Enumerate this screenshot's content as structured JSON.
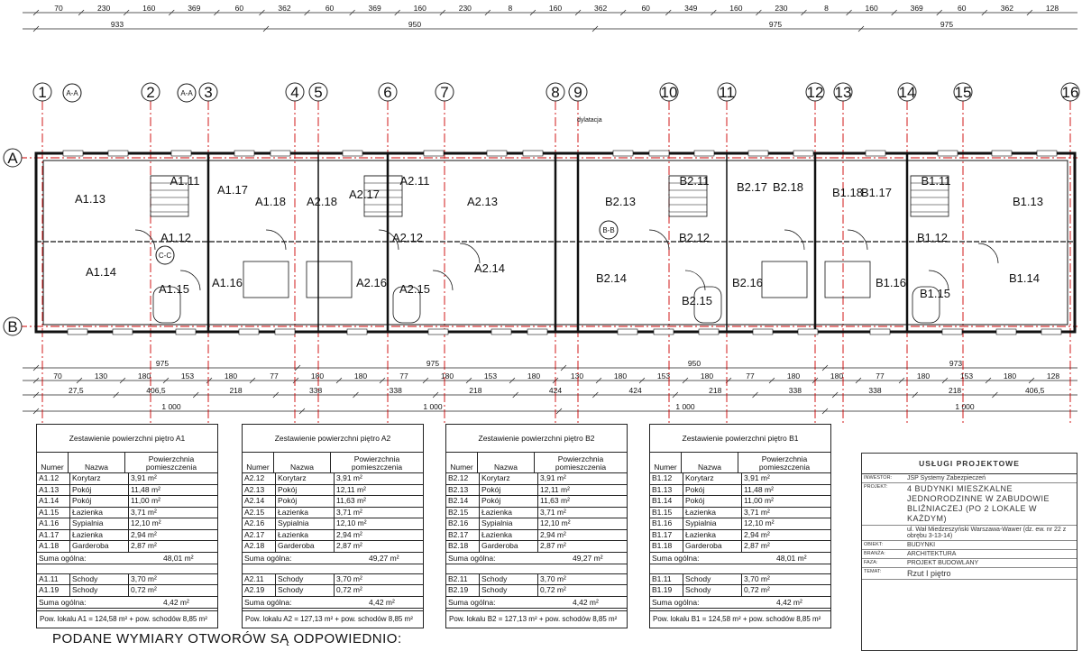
{
  "top_dims_row1": [
    "70",
    "230",
    "160",
    "369",
    "60",
    "362",
    "60",
    "369",
    "160",
    "230",
    "8",
    "160",
    "362",
    "60",
    "349",
    "160",
    "230",
    "8",
    "160",
    "369",
    "60",
    "362",
    "128"
  ],
  "top_dims_row2": [
    "933",
    "950",
    "975",
    "975"
  ],
  "grid_axes": [
    "1",
    "2",
    "3",
    "4",
    "5",
    "6",
    "7",
    "8",
    "9",
    "10",
    "11",
    "12",
    "13",
    "14",
    "15",
    "16"
  ],
  "row_axes": [
    "A",
    "B"
  ],
  "sections": [
    "A-A",
    "A-A",
    "B-B",
    "C-C"
  ],
  "note_dylatacja": "dylatacja",
  "rooms": [
    "A1.13",
    "A1.14",
    "A1.12",
    "A1.15",
    "A1.16",
    "A1.17",
    "A1.18",
    "A1.11",
    "A2.18",
    "A2.17",
    "A2.11",
    "A2.12",
    "A2.13",
    "A2.14",
    "A2.15",
    "A2.16",
    "B2.13",
    "B2.14",
    "B2.11",
    "B2.12",
    "B2.15",
    "B2.16",
    "B2.17",
    "B2.18",
    "B1.18",
    "B1.17",
    "B1.11",
    "B1.12",
    "B1.13",
    "B1.14",
    "B1.15",
    "B1.16"
  ],
  "bottom_dims_row1": [
    "70",
    "130",
    "180",
    "153",
    "180",
    "77",
    "180",
    "180",
    "77",
    "180",
    "153",
    "180",
    "130",
    "180",
    "153",
    "180",
    "77",
    "180",
    "180",
    "77",
    "180",
    "153",
    "180",
    "128"
  ],
  "bottom_dims_row2": [
    "975",
    "975",
    "950",
    "973"
  ],
  "bottom_dims_row3": [
    "27,5",
    "406,5",
    "218",
    "338",
    "338",
    "218",
    "424",
    "424",
    "218",
    "338",
    "338",
    "218",
    "406,5"
  ],
  "bottom_dims_row4": [
    "1 000",
    "1 000",
    "1 000",
    "1 000"
  ],
  "tables": [
    {
      "caption": "Zestawienie powierzchni piętro A1",
      "headers": [
        "Numer",
        "Nazwa",
        "Powierzchnia pomieszczenia"
      ],
      "rows": [
        [
          "A1.12",
          "Korytarz",
          "3,91 m²"
        ],
        [
          "A1.13",
          "Pokój",
          "11,48 m²"
        ],
        [
          "A1.14",
          "Pokój",
          "11,00 m²"
        ],
        [
          "A1.15",
          "Łazienka",
          "3,71 m²"
        ],
        [
          "A1.16",
          "Sypialnia",
          "12,10 m²"
        ],
        [
          "A1.17",
          "Łazienka",
          "2,94 m²"
        ],
        [
          "A1.18",
          "Garderoba",
          "2,87 m²"
        ]
      ],
      "sum1": [
        "Suma ogólna:",
        "48,01 m²"
      ],
      "rows2": [
        [
          "A1.11",
          "Schody",
          "3,70 m²"
        ],
        [
          "A1.19",
          "Schody",
          "0,72 m²"
        ]
      ],
      "sum2": [
        "Suma ogólna:",
        "4,42 m²"
      ],
      "total": "Pow. lokalu A1 = 124,58 m² + pow. schodów 8,85 m²"
    },
    {
      "caption": "Zestawienie powierzchni piętro A2",
      "headers": [
        "Numer",
        "Nazwa",
        "Powierzchnia pomieszczenia"
      ],
      "rows": [
        [
          "A2.12",
          "Korytarz",
          "3,91 m²"
        ],
        [
          "A2.13",
          "Pokój",
          "12,11 m²"
        ],
        [
          "A2.14",
          "Pokój",
          "11,63 m²"
        ],
        [
          "A2.15",
          "Łazienka",
          "3,71 m²"
        ],
        [
          "A2.16",
          "Sypialnia",
          "12,10 m²"
        ],
        [
          "A2.17",
          "Łazienka",
          "2,94 m²"
        ],
        [
          "A2.18",
          "Garderoba",
          "2,87 m²"
        ]
      ],
      "sum1": [
        "Suma ogólna:",
        "49,27 m²"
      ],
      "rows2": [
        [
          "A2.11",
          "Schody",
          "3,70 m²"
        ],
        [
          "A2.19",
          "Schody",
          "0,72 m²"
        ]
      ],
      "sum2": [
        "Suma ogólna:",
        "4,42 m²"
      ],
      "total": "Pow. lokalu A2 = 127,13 m² + pow. schodów 8,85 m²"
    },
    {
      "caption": "Zestawienie powierzchni piętro B2",
      "headers": [
        "Numer",
        "Nazwa",
        "Powierzchnia pomieszczenia"
      ],
      "rows": [
        [
          "B2.12",
          "Korytarz",
          "3,91 m²"
        ],
        [
          "B2.13",
          "Pokój",
          "12,11 m²"
        ],
        [
          "B2.14",
          "Pokój",
          "11,63 m²"
        ],
        [
          "B2.15",
          "Łazienka",
          "3,71 m²"
        ],
        [
          "B2.16",
          "Sypialnia",
          "12,10 m²"
        ],
        [
          "B2.17",
          "Łazienka",
          "2,94 m²"
        ],
        [
          "B2.18",
          "Garderoba",
          "2,87 m²"
        ]
      ],
      "sum1": [
        "Suma ogólna:",
        "49,27 m²"
      ],
      "rows2": [
        [
          "B2.11",
          "Schody",
          "3,70 m²"
        ],
        [
          "B2.19",
          "Schody",
          "0,72 m²"
        ]
      ],
      "sum2": [
        "Suma ogólna:",
        "4,42 m²"
      ],
      "total": "Pow. lokalu B2 = 127,13 m² + pow. schodów 8,85 m²"
    },
    {
      "caption": "Zestawienie powierzchni piętro B1",
      "headers": [
        "Numer",
        "Nazwa",
        "Powierzchnia pomieszczenia"
      ],
      "rows": [
        [
          "B1.12",
          "Korytarz",
          "3,91 m²"
        ],
        [
          "B1.13",
          "Pokój",
          "11,48 m²"
        ],
        [
          "B1.14",
          "Pokój",
          "11,00 m²"
        ],
        [
          "B1.15",
          "Łazienka",
          "3,71 m²"
        ],
        [
          "B1.16",
          "Sypialnia",
          "12,10 m²"
        ],
        [
          "B1.17",
          "Łazienka",
          "2,94 m²"
        ],
        [
          "B1.18",
          "Garderoba",
          "2,87 m²"
        ]
      ],
      "sum1": [
        "Suma ogólna:",
        "48,01 m²"
      ],
      "rows2": [
        [
          "B1.11",
          "Schody",
          "3,70 m²"
        ],
        [
          "B1.19",
          "Schody",
          "0,72 m²"
        ]
      ],
      "sum2": [
        "Suma ogólna:",
        "4,42 m²"
      ],
      "total": "Pow. lokalu B1 = 124,58 m² + pow. schodów 8,85 m²"
    }
  ],
  "stamp": {
    "head": "USŁUGI PROJEKTOWE",
    "inwestor_k": "INWESTOR:",
    "inwestor_v": "JSP Systemy Zabezpieczeń",
    "projekt_k": "PROJEKT:",
    "projekt_v": "4 BUDYNKI MIESZKALNE JEDNORODZINNE W ZABUDOWIE BLIŹNIACZEJ (PO 2 LOKALE W KAŻDYM)",
    "adres_v": "ul. Wał Miedzeszyński Warszawa-Wawer (dz. ew. nr 22 z obrębu 3-13-14)",
    "obiekt_k": "OBIEKT:",
    "obiekt_v": "BUDYNKI",
    "branza_k": "BRANŻA:",
    "branza_v": "ARCHITEKTURA",
    "faza_k": "FAZA:",
    "faza_v": "PROJEKT BUDOWLANY",
    "temat_k": "TEMAT:",
    "temat_v": "Rzut I piętro"
  },
  "note": "PODANE WYMIARY OTWORÓW SĄ ODPOWIEDNIO:"
}
